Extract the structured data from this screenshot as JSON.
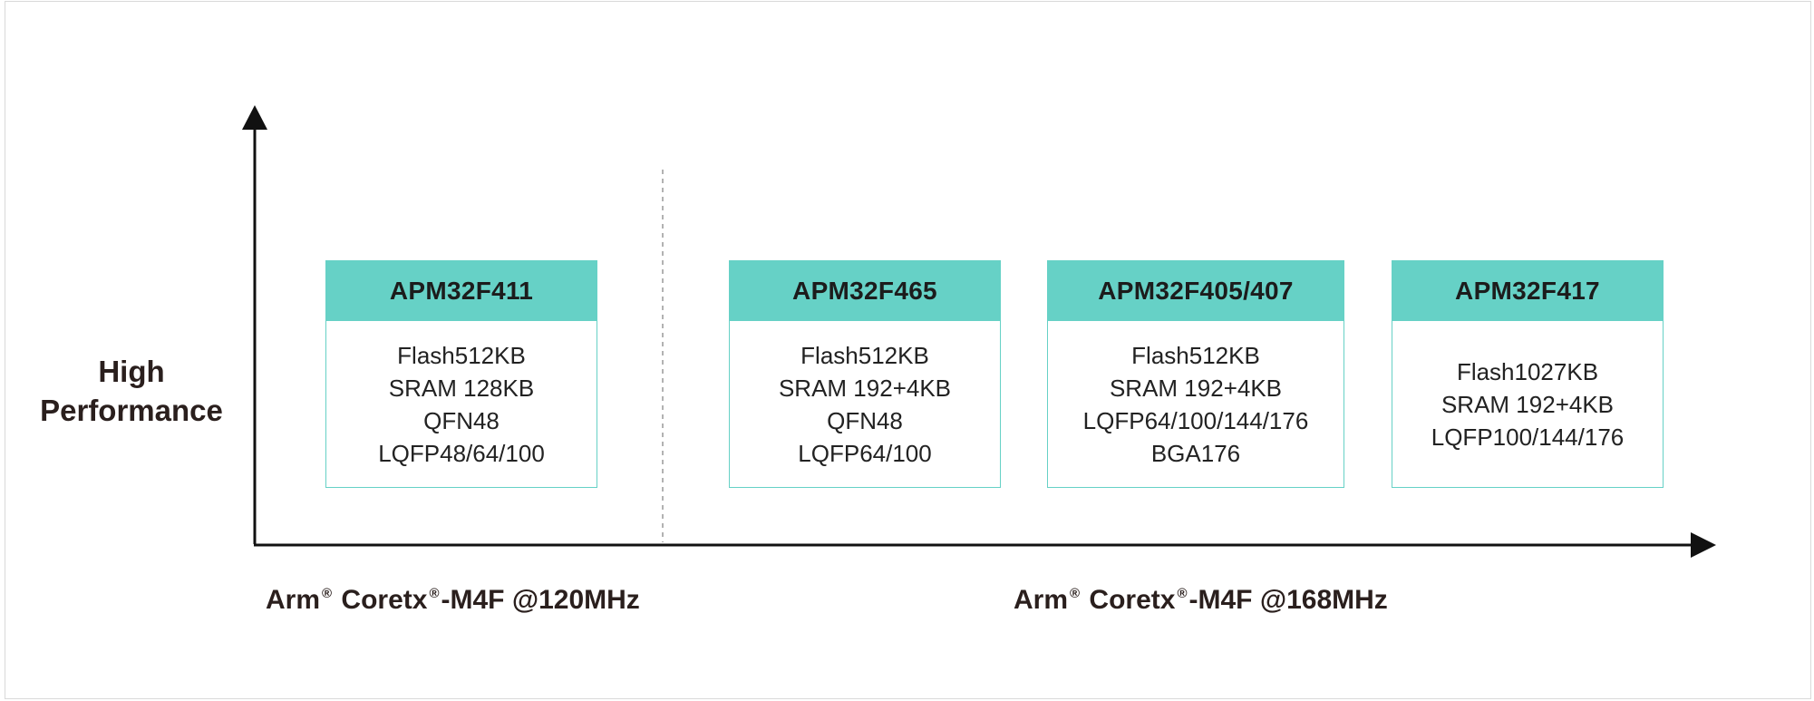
{
  "y_axis": {
    "line1": "High",
    "line2": "Performance"
  },
  "cards": [
    {
      "title": "APM32F411",
      "lines": [
        "Flash512KB",
        "SRAM 128KB",
        "QFN48",
        "LQFP48/64/100"
      ]
    },
    {
      "title": "APM32F465",
      "lines": [
        "Flash512KB",
        "SRAM 192+4KB",
        "QFN48",
        "LQFP64/100"
      ]
    },
    {
      "title": "APM32F405/407",
      "lines": [
        "Flash512KB",
        "SRAM 192+4KB",
        "LQFP64/100/144/176",
        "BGA176"
      ]
    },
    {
      "title": "APM32F417",
      "lines": [
        "Flash1027KB",
        "SRAM 192+4KB",
        "LQFP100/144/176"
      ]
    }
  ],
  "x_groups": [
    {
      "arm": "Arm",
      "reg": "®",
      "core": "Coretx",
      "reg2": "®",
      "suffix": "-M4F @120MHz"
    },
    {
      "arm": "Arm",
      "reg": "®",
      "core": "Coretx",
      "reg2": "®",
      "suffix": "-M4F @168MHz"
    }
  ],
  "colors": {
    "accent": "#66d1c6",
    "text": "#2a1f1d",
    "axis": "#111111"
  }
}
